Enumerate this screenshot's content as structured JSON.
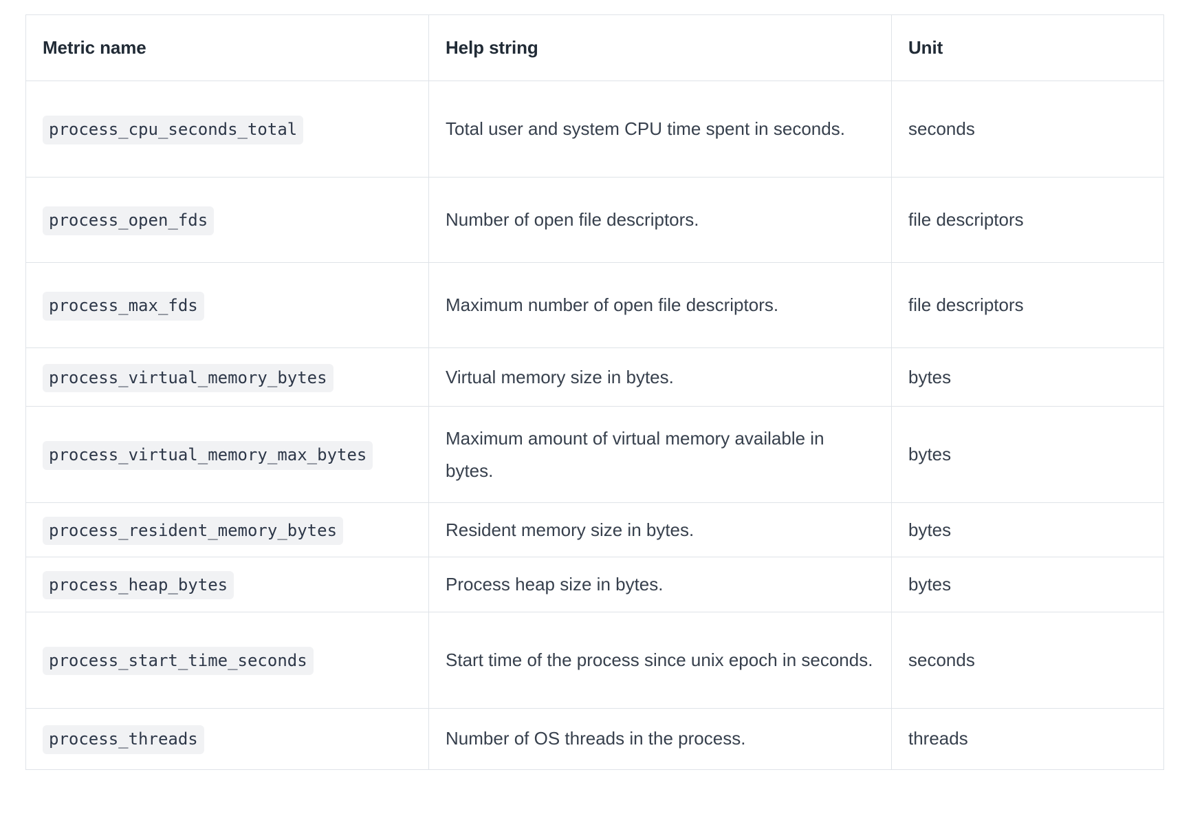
{
  "table": {
    "columns": [
      {
        "key": "metric_name",
        "label": "Metric name"
      },
      {
        "key": "help_string",
        "label": "Help string"
      },
      {
        "key": "unit",
        "label": "Unit"
      }
    ],
    "rows": [
      {
        "metric_name": "process_cpu_seconds_total",
        "help_string": "Total user and system CPU time spent in seconds.",
        "unit": "seconds"
      },
      {
        "metric_name": "process_open_fds",
        "help_string": "Number of open file descriptors.",
        "unit": "file descriptors"
      },
      {
        "metric_name": "process_max_fds",
        "help_string": "Maximum number of open file descriptors.",
        "unit": "file descriptors"
      },
      {
        "metric_name": "process_virtual_memory_bytes",
        "help_string": "Virtual memory size in bytes.",
        "unit": "bytes"
      },
      {
        "metric_name": "process_virtual_memory_max_bytes",
        "help_string": "Maximum amount of virtual memory available in bytes.",
        "unit": "bytes"
      },
      {
        "metric_name": "process_resident_memory_bytes",
        "help_string": "Resident memory size in bytes.",
        "unit": "bytes"
      },
      {
        "metric_name": "process_heap_bytes",
        "help_string": "Process heap size in bytes.",
        "unit": "bytes"
      },
      {
        "metric_name": "process_start_time_seconds",
        "help_string": "Start time of the process since unix epoch in seconds.",
        "unit": "seconds"
      },
      {
        "metric_name": "process_threads",
        "help_string": "Number of OS threads in the process.",
        "unit": "threads"
      }
    ]
  },
  "colors": {
    "border": "#dfe3e8",
    "chip_background": "#f1f2f4",
    "chip_text": "#2d3748",
    "header_text": "#212b36",
    "body_text": "#37404d"
  }
}
